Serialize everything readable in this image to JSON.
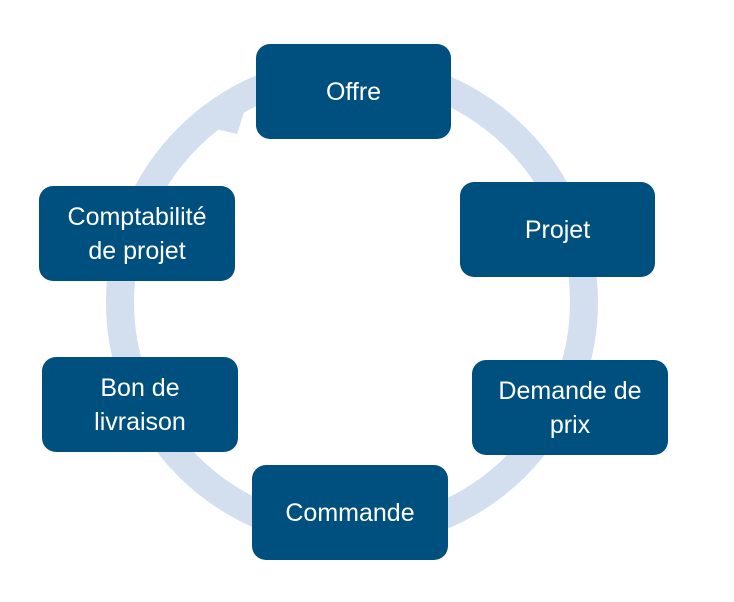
{
  "colors": {
    "node_fill": "#00507f",
    "node_text": "#ffffff",
    "ring": "#d3deef"
  },
  "nodes": [
    {
      "id": "offre",
      "lines": [
        "Offre"
      ]
    },
    {
      "id": "projet",
      "lines": [
        "Projet"
      ]
    },
    {
      "id": "demande",
      "lines": [
        "Demande de",
        "prix"
      ]
    },
    {
      "id": "commande",
      "lines": [
        "Commande"
      ]
    },
    {
      "id": "livraison",
      "lines": [
        "Bon de",
        "livraison"
      ]
    },
    {
      "id": "compta",
      "lines": [
        "Comptabilité",
        "de projet"
      ]
    }
  ],
  "arrows": [
    {
      "from": "offre",
      "to": "projet"
    },
    {
      "from": "projet",
      "to": "demande"
    },
    {
      "from": "demande",
      "to": "commande"
    },
    {
      "from": "commande",
      "to": "livraison"
    },
    {
      "from": "livraison",
      "to": "compta"
    },
    {
      "from": "compta",
      "to": "offre"
    }
  ]
}
